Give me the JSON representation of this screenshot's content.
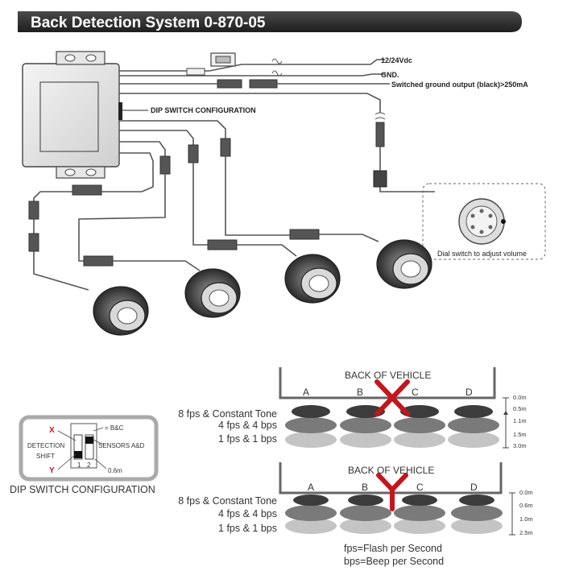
{
  "title": "Back Detection System 0-870-05",
  "wiring": {
    "power": "12/24Vdc",
    "ground": "GND.",
    "switched_output": "Switched ground output (black)>250mA",
    "dip_switch_label": "DIP SWITCH CONFIGURATION",
    "dial_label": "Dial switch to adjust volume"
  },
  "zone1": {
    "back_label": "BACK OF VEHICLE",
    "columns": [
      "A",
      "B",
      "C",
      "D"
    ],
    "distances": [
      "0.0m",
      "0.5m",
      "1.1m",
      "1.5m",
      "3.0m"
    ]
  },
  "zone2": {
    "back_label": "BACK OF VEHICLE",
    "columns": [
      "A",
      "B",
      "C",
      "D"
    ],
    "distances": [
      "0.0m",
      "0.6m",
      "1.0m",
      "2.5m"
    ]
  },
  "levels": [
    "8 fps & Constant Tone",
    "4 fps & 4 bps",
    "1 fps & 1 bps"
  ],
  "dip_box": {
    "x": "X",
    "y": "Y",
    "detection": "DETECTION",
    "shift": "SHIFT",
    "bc": "= B&C",
    "sensors": "SENSORS A&D",
    "one": "1",
    "two": "2",
    "dist": "0.6m",
    "caption": "DIP SWITCH CONFIGURATION"
  },
  "legend": {
    "fps": "fps=Flash per Second",
    "bps": "bps=Beep per Second"
  },
  "colors": {
    "title_bar": "#2b2b2b",
    "accent_red": "#c4161c",
    "dark_zone": "#3c3c3c",
    "mid_zone": "#7a7a7a",
    "light_zone": "#c4c4c4"
  }
}
